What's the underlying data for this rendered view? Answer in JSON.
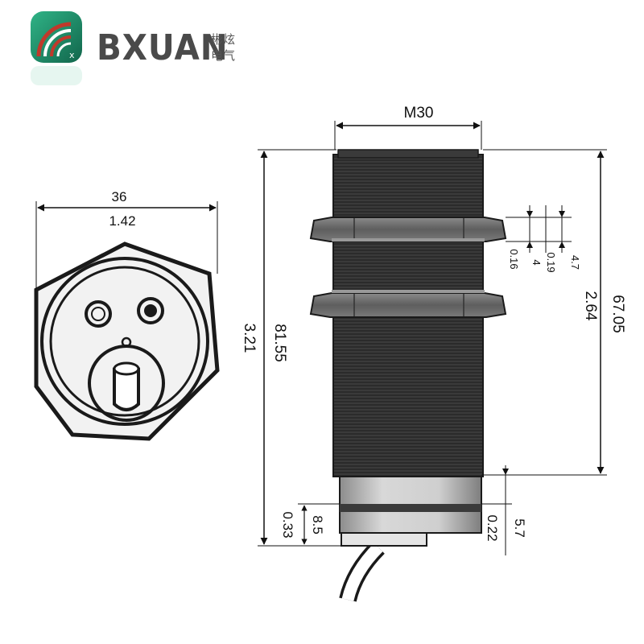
{
  "brand": {
    "name": "BXUAN",
    "cn_line1": "彬炫",
    "cn_line2": "电气"
  },
  "colors": {
    "body_dark": "#2a2a2a",
    "nut": "#6e6e6e",
    "metal_light": "#c8c8c8",
    "logo_green": "#1f8f6a",
    "logo_red": "#c0392b"
  },
  "front_view": {
    "width_mm": "36",
    "width_in": "1.42"
  },
  "side_view": {
    "thread": "M30",
    "total_length_mm": "81.55",
    "total_length_in": "3.21",
    "body_length_mm": "67.05",
    "body_length_in": "2.64",
    "nut_thick_mm": "4",
    "nut_thick_in": "0.16",
    "nut_gap_mm": "4.7",
    "nut_gap_in": "0.19",
    "cap_length_mm": "8.5",
    "cap_length_in": "0.33",
    "cable_section_mm": "5.7",
    "cable_section_in": "0.22"
  }
}
